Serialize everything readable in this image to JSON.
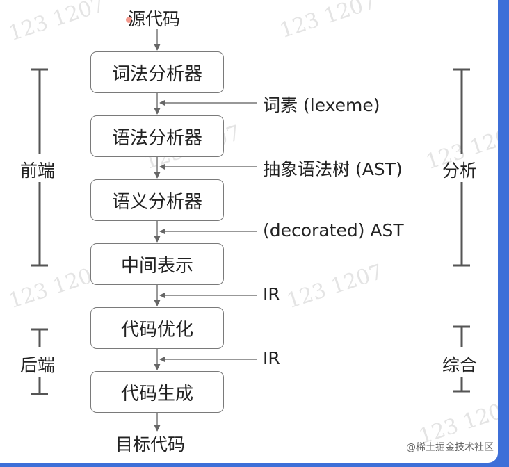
{
  "source": "源代码",
  "stages": [
    "词法分析器",
    "语法分析器",
    "语义分析器",
    "中间表示",
    "代码优化",
    "代码生成"
  ],
  "outputs": [
    "词素 (lexeme)",
    "抽象语法树 (AST)",
    "(decorated) AST",
    "IR",
    "IR"
  ],
  "target": "目标代码",
  "left_groups": {
    "frontend": "前端",
    "backend": "后端"
  },
  "right_groups": {
    "analysis": "分析",
    "synthesis": "综合"
  },
  "watermark": "123 1207",
  "footer": "@稀土掘金技术社区"
}
